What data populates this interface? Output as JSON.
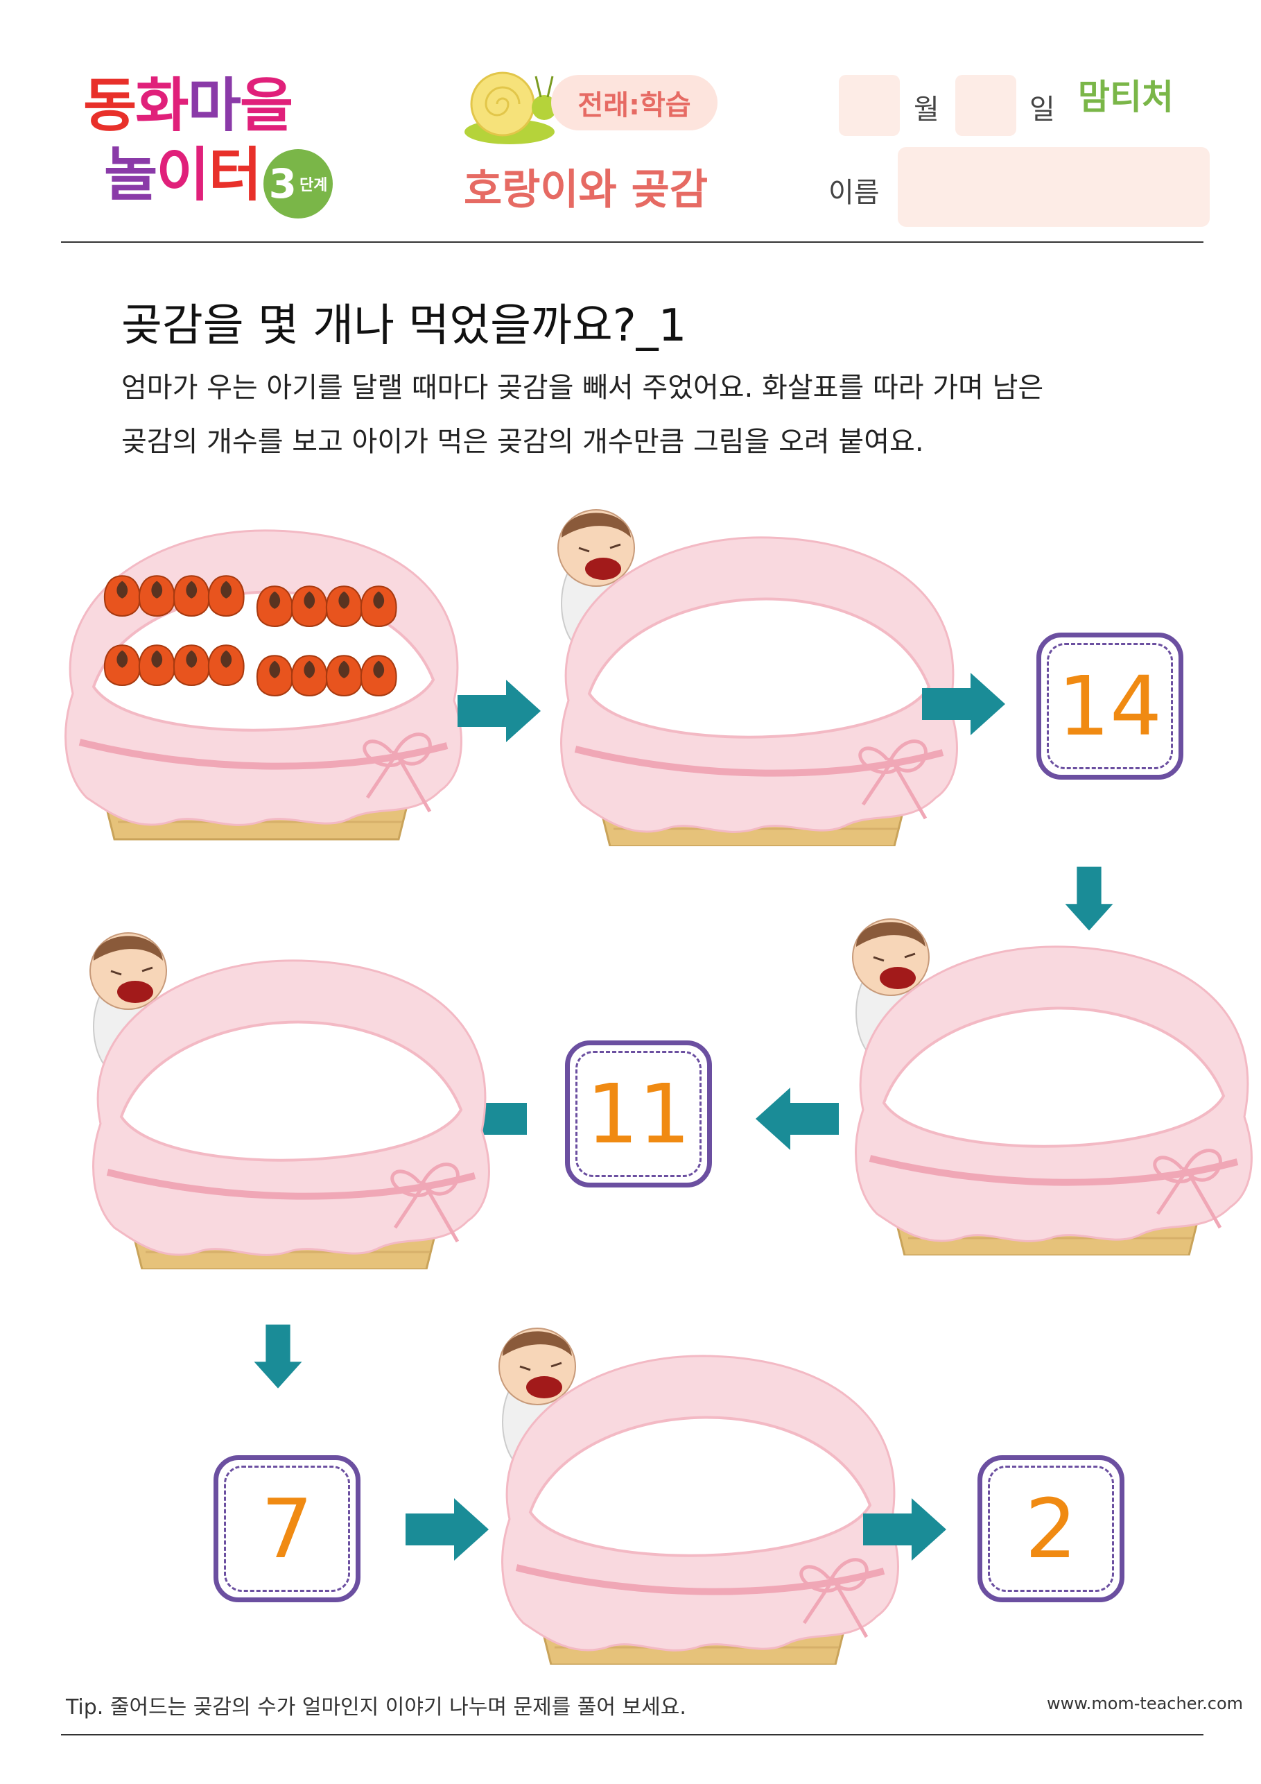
{
  "header": {
    "logo_line1": "동화마을",
    "logo_line2": "놀이터",
    "stage_num": "3",
    "stage_label": "단계",
    "tag": "전래:학습",
    "subtitle": "호랑이와 곶감",
    "month_label": "월",
    "day_label": "일",
    "name_label": "이름",
    "brand": "맘티처"
  },
  "main": {
    "title": "곶감을 몇 개나 먹었을까요?_1",
    "desc_line1": "엄마가 우는 아기를 달랠 때마다 곶감을 빼서 주었어요. 화살표를 따라 가며 남은",
    "desc_line2": "곶감의 개수를 보고 아이가 먹은 곶감의 개수만큼 그림을 오려 붙여요.",
    "counts": [
      "14",
      "11",
      "7",
      "2"
    ],
    "persimmon_count": 16
  },
  "footer": {
    "tip": "Tip. 줄어드는 곶감의 수가 얼마인지 이야기 나누며 문제를 풀어 보세요.",
    "url": "www.mom-teacher.com"
  },
  "colors": {
    "arrow": "#1a8c97",
    "box_border": "#6b4fa0",
    "number": "#f08a12",
    "cloth": "#f9d9df",
    "basket": "#e6c27a",
    "persimmon": "#e8541e"
  }
}
